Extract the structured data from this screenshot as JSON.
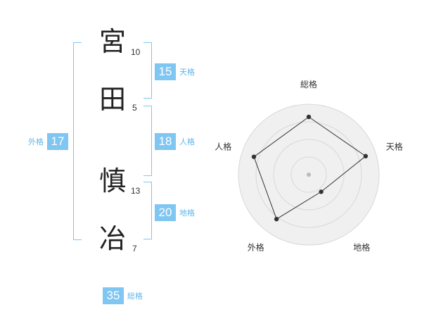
{
  "name": {
    "characters": [
      {
        "char": "宮",
        "strokes": "10"
      },
      {
        "char": "田",
        "strokes": "5"
      },
      {
        "char": "慎",
        "strokes": "13"
      },
      {
        "char": "冶",
        "strokes": "7"
      }
    ]
  },
  "kakusu": {
    "tenkaku": {
      "value": "15",
      "label": "天格"
    },
    "jinkaku": {
      "value": "18",
      "label": "人格"
    },
    "chikaku": {
      "value": "20",
      "label": "地格"
    },
    "gaikaku": {
      "value": "17",
      "label": "外格"
    },
    "soukaku": {
      "value": "35",
      "label": "総格"
    }
  },
  "chart_data": {
    "type": "radar",
    "axes": [
      "総格",
      "天格",
      "地格",
      "外格",
      "人格"
    ],
    "values": [
      0.82,
      0.85,
      0.3,
      0.78,
      0.82
    ],
    "range": [
      0,
      1
    ],
    "rings": 4,
    "colors": {
      "fill": "#f0f0f0",
      "ring": "#d8d8d8",
      "line": "#333333",
      "point": "#333333",
      "center": "#bbbbbb"
    }
  },
  "colors": {
    "accent": "#7fc6f2",
    "accent_text": "#5fb6ec"
  }
}
